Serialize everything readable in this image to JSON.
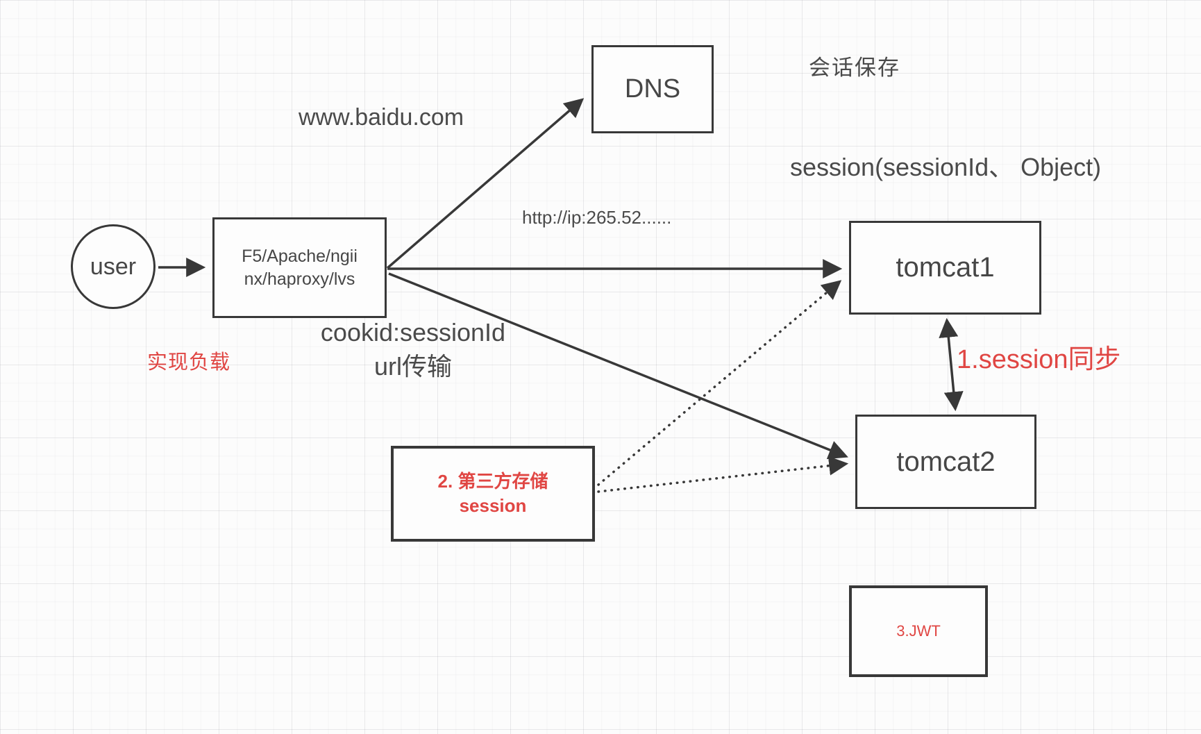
{
  "diagram": {
    "title": "会话保存",
    "nodes": {
      "user": {
        "label": "user"
      },
      "load_balancer": {
        "label_line1": "F5/Apache/ngii",
        "label_line2": "nx/haproxy/lvs"
      },
      "dns": {
        "label": "DNS"
      },
      "tomcat1": {
        "label": "tomcat1"
      },
      "tomcat2": {
        "label": "tomcat2"
      },
      "third_party_store": {
        "label_line1": "2. 第三方存储",
        "label_line2": "session"
      },
      "jwt": {
        "label": "3.JWT"
      }
    },
    "annotations": {
      "www_baidu": "www.baidu.com",
      "http_ip": "http://ip:265.52......",
      "session_info": "session(sessionId、 Object)",
      "cookid_line1": "cookid:sessionId",
      "cookid_line2": "url传输",
      "load_note": "实现负载",
      "session_sync": "1.session同步"
    },
    "colors": {
      "stroke": "#383838",
      "text": "#4a4a4a",
      "red_accent": "#e04643",
      "background": "#fcfcfc",
      "grid_minor": "#ececec",
      "grid_major": "#e2e2e6"
    }
  }
}
